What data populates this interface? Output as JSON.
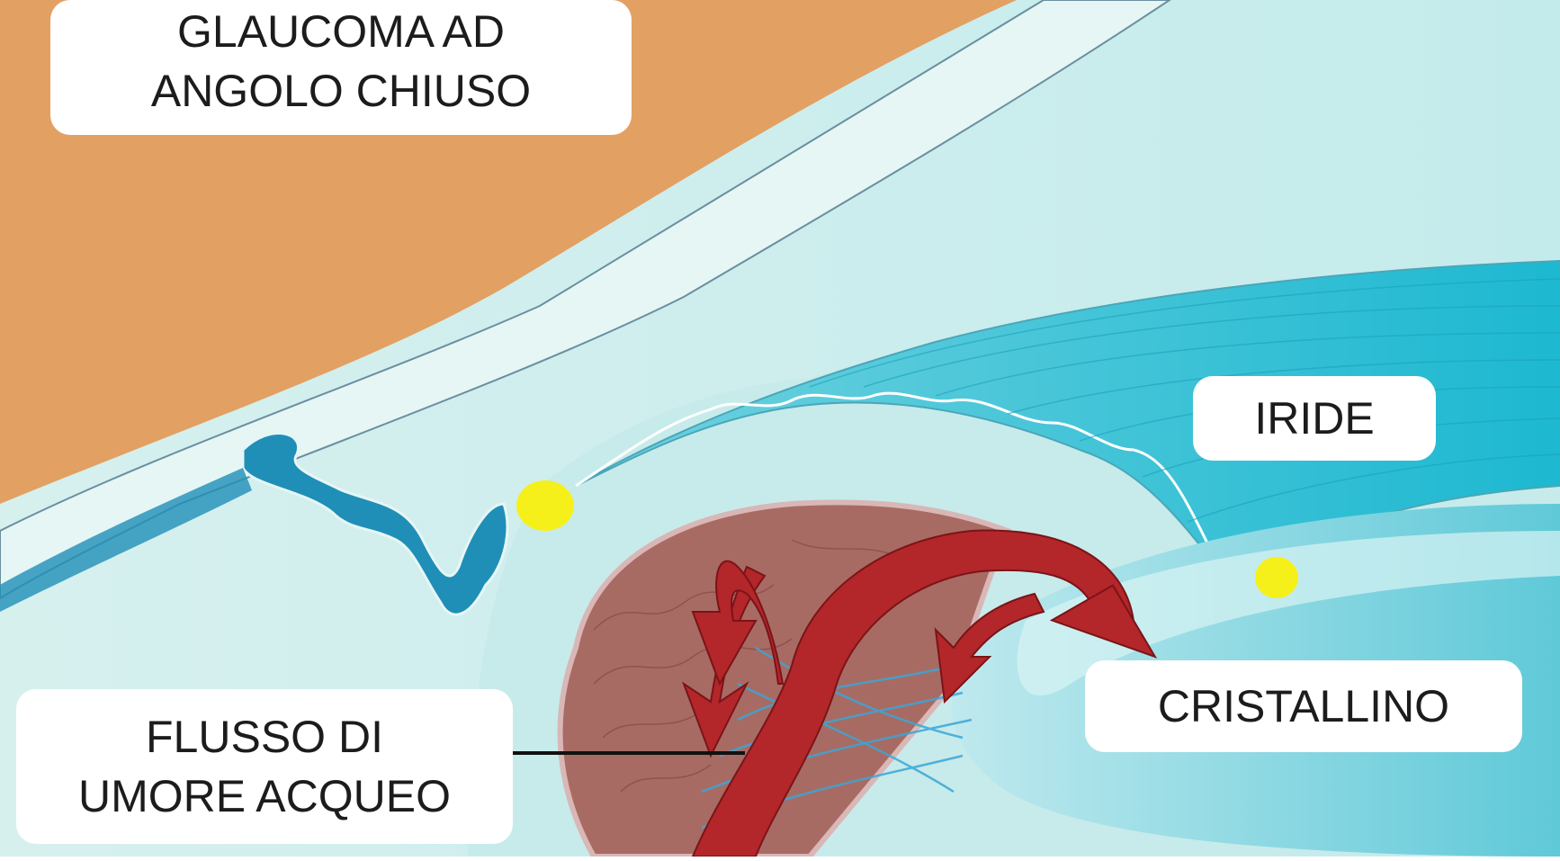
{
  "labels": {
    "title_line1": "GLAUCOMA AD",
    "title_line2": "ANGOLO CHIUSO",
    "iride": "IRIDE",
    "cristallino": "CRISTALLINO",
    "flusso_line1": "FLUSSO DI",
    "flusso_line2": "UMORE ACQUEO"
  },
  "colors": {
    "sclera_skin": "#e2a062",
    "cornea": "#c9eceb",
    "iris": "#2ec3d6",
    "lens": "#7fd3de",
    "ciliary_body": "#a86b63",
    "flow_arrow": "#b3262a",
    "angle_marker": "#f6f01a",
    "canal": "#1f8fb8"
  }
}
